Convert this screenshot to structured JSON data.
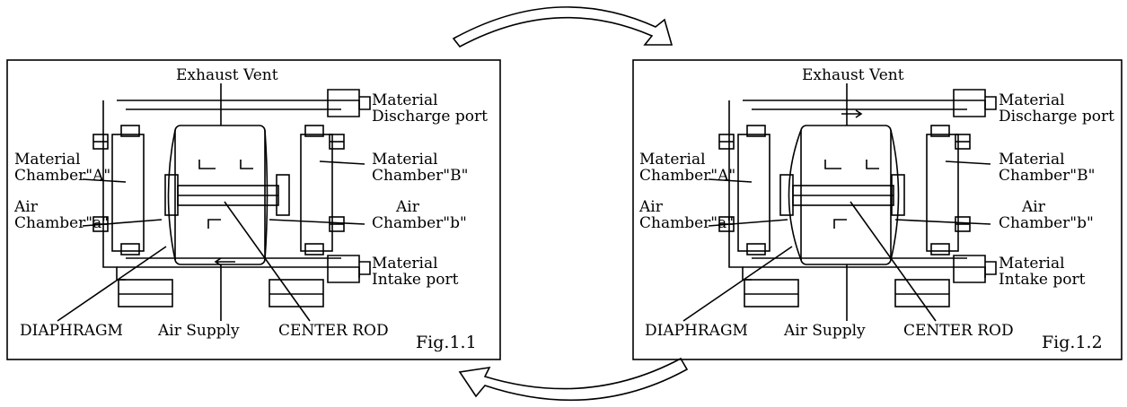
{
  "figures": [
    {
      "id": "fig-1-1",
      "caption": "Fig.1.1",
      "labels": {
        "exhaust_vent": "Exhaust Vent",
        "material_discharge_1": "Material",
        "material_discharge_2": "Discharge port",
        "material_chamber_a_1": "Material",
        "material_chamber_a_2": "Chamber\"A\"",
        "material_chamber_b_1": "Material",
        "material_chamber_b_2": "Chamber\"B\"",
        "air_chamber_a_1": "Air",
        "air_chamber_a_2": "Chamber\"a\"",
        "air_chamber_b_1": "Air",
        "air_chamber_b_2": "Chamber\"b\"",
        "material_intake_1": "Material",
        "material_intake_2": "Intake port",
        "diaphragm": "DIAPHRAGM",
        "air_supply": "Air Supply",
        "center_rod": "CENTER ROD"
      }
    },
    {
      "id": "fig-1-2",
      "caption": "Fig.1.2",
      "labels": {
        "exhaust_vent": "Exhaust Vent",
        "material_discharge_1": "Material",
        "material_discharge_2": "Discharge port",
        "material_chamber_a_1": "Material",
        "material_chamber_a_2": "Chamber\"A\"",
        "material_chamber_b_1": "Material",
        "material_chamber_b_2": "Chamber\"B\"",
        "air_chamber_a_1": "Air",
        "air_chamber_a_2": "Chamber\"a\"",
        "air_chamber_b_1": "Air",
        "air_chamber_b_2": "Chamber\"b\"",
        "material_intake_1": "Material",
        "material_intake_2": "Intake port",
        "diaphragm": "DIAPHRAGM",
        "air_supply": "Air Supply",
        "center_rod": "CENTER ROD"
      }
    }
  ],
  "cycle_arrows": [
    "clockwise-top-arrow",
    "clockwise-bottom-arrow"
  ],
  "colors": {
    "line": "#000000",
    "background": "#ffffff"
  }
}
